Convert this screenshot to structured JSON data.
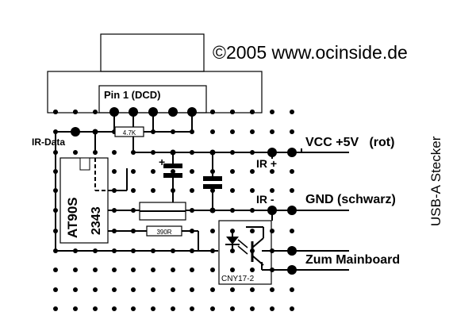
{
  "header": {
    "copyright": "©2005 www.ocinside.de"
  },
  "connector": {
    "pin1_label": "Pin 1 (DCD)"
  },
  "labels": {
    "ir_data": "IR-Data",
    "resistor_4k7": "4.7K",
    "resistor_390r": "390R",
    "chip_name": "AT90S",
    "chip_number": "2343",
    "cap_plus": "+",
    "ir_plus": "IR +",
    "ir_minus": "IR -",
    "optocoupler": "CNY17-2"
  },
  "connections": {
    "vcc": "VCC +5V   (rot)",
    "gnd": "GND (schwarz)",
    "mainboard": "Zum Mainboard"
  },
  "side_label": "USB-A Stecker",
  "colors": {
    "ink": "#000000",
    "background": "#ffffff"
  }
}
